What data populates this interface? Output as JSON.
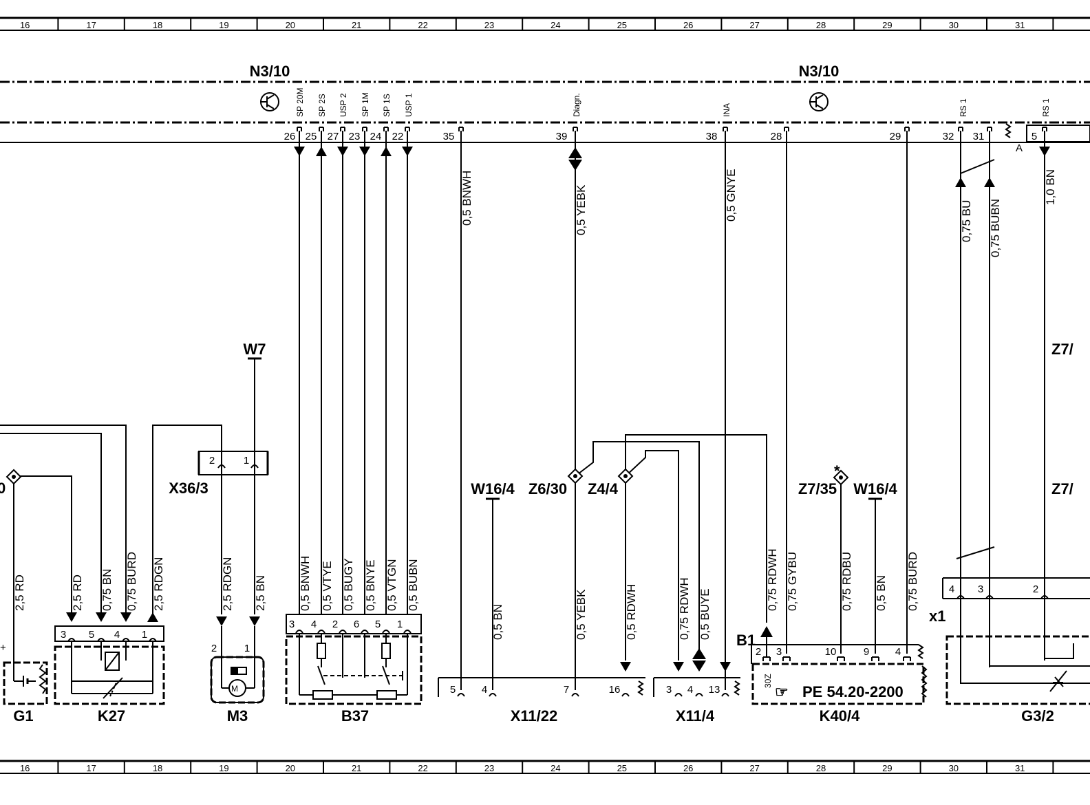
{
  "grid": [
    "16",
    "17",
    "18",
    "19",
    "20",
    "21",
    "22",
    "23",
    "24",
    "25",
    "26",
    "27",
    "28",
    "29",
    "30",
    "31"
  ],
  "components": {
    "n310_left": "N3/10",
    "n310_right": "N3/10",
    "w7": "W7",
    "x36_3": "X36/3",
    "g1": "G1",
    "k27": "K27",
    "m3": "M3",
    "b37": "B37",
    "x11_22": "X11/22",
    "x11_4": "X11/4",
    "k40_4": "K40/4",
    "g3_2": "G3/2",
    "w16_4_left": "W16/4",
    "z6_30": "Z6/30",
    "z4_4": "Z4/4",
    "z7_35": "Z7/35",
    "w16_4_right": "W16/4",
    "z7_top": "Z7/",
    "z7_mid": "Z7/",
    "x1": "x1",
    "b1": "B1",
    "left_cut": "0",
    "pe_ref": "PE  54.20-2200",
    "pe_icon": "☞",
    "k40_pin30z": "30Z",
    "star": "*",
    "a_label": "A",
    "plus": "+"
  },
  "n310_signals": [
    "SP 20M",
    "SP 2S",
    "USP 2",
    "SP 1M",
    "SP 1S",
    "USP 1"
  ],
  "n310_pins": [
    "26",
    "25",
    "27",
    "23",
    "24",
    "22"
  ],
  "n310_other_pins": {
    "p35": "35",
    "p39": "39",
    "p38": "38",
    "p28": "28",
    "p29": "29",
    "p32": "32",
    "p31": "31",
    "p5": "5"
  },
  "n310_other_signals": {
    "diag": "Diagn.",
    "ina": "INA",
    "rs1a": "RS 1",
    "rs1b": "RS 1"
  },
  "wires_top": {
    "w35": "0,5  BNWH",
    "w39": "0,5  YEBK",
    "w38": "0,5  GNYE",
    "w32": "0,75  BU",
    "w31": "0,75  BUBN",
    "w5": "1,0  BN"
  },
  "wires_bottom": {
    "g1_rd": "2,5  RD",
    "k27_rd": "2,5  RD",
    "k27_bn": "0,75  BN",
    "k27_burd": "0,75  BURD",
    "k27_rdgn": "2,5  RDGN",
    "m3_rdgn": "2,5  RDGN",
    "m3_bn": "2,5  BN",
    "b37_bnwh": "0,5  BNWH",
    "b37_vtye": "0,5  VTYE",
    "b37_bugy": "0,5  BUGY",
    "b37_bnye": "0,5  BNYE",
    "b37_vtgn": "0,5  VTGN",
    "b37_bubn": "0,5  BUBN",
    "x1122_bn": "0,5  BN",
    "x1122_yebk": "0,5  YEBK",
    "x1122_rdwh": "0,5  RDWH",
    "x114_rdwh": "0,75  RDWH",
    "x114_buye": "0,5  BUYE",
    "k40_rdwh": "0,75  RDWH",
    "k40_gybu": "0,75  GYBU",
    "k40_rdbu": "0,75  RDBU",
    "k40_bn": "0,5  BN",
    "k40_burd": "0,75  BURD"
  },
  "pins": {
    "k27": [
      "3",
      "5",
      "4",
      "1"
    ],
    "x36": [
      "2",
      "1"
    ],
    "m3": [
      "2",
      "1"
    ],
    "b37": [
      "3",
      "4",
      "2",
      "6",
      "5",
      "1"
    ],
    "x1122": [
      "5",
      "4",
      "7",
      "16"
    ],
    "x114": [
      "3",
      "4",
      "13"
    ],
    "k40": [
      "2",
      "3",
      "10",
      "9",
      "4"
    ],
    "g32": [
      "4",
      "3",
      "2"
    ]
  }
}
